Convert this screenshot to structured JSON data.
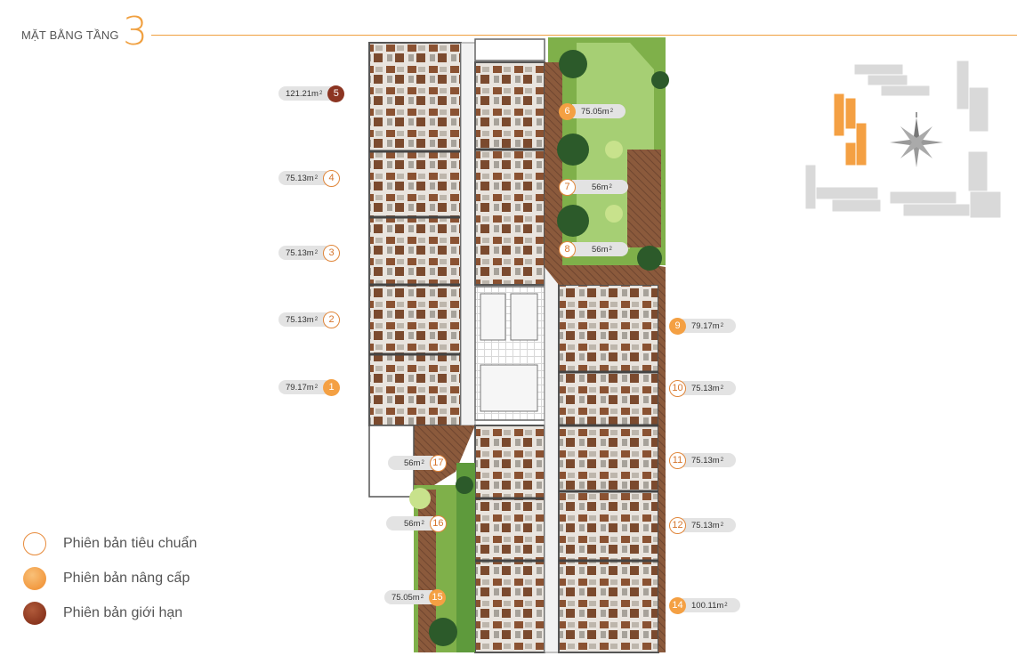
{
  "header": {
    "title": "MẶT BẰNG TẦNG",
    "floor_number": "3"
  },
  "units": [
    {
      "id": "5",
      "area": "121.21m",
      "tier": "limited"
    },
    {
      "id": "4",
      "area": "75.13m",
      "tier": "standard"
    },
    {
      "id": "3",
      "area": "75.13m",
      "tier": "standard"
    },
    {
      "id": "2",
      "area": "75.13m",
      "tier": "standard"
    },
    {
      "id": "1",
      "area": "79.17m",
      "tier": "upgraded"
    },
    {
      "id": "6",
      "area": "75.05m",
      "tier": "upgraded"
    },
    {
      "id": "7",
      "area": "56m",
      "tier": "standard"
    },
    {
      "id": "8",
      "area": "56m",
      "tier": "standard"
    },
    {
      "id": "9",
      "area": "79.17m",
      "tier": "upgraded"
    },
    {
      "id": "10",
      "area": "75.13m",
      "tier": "standard"
    },
    {
      "id": "11",
      "area": "75.13m",
      "tier": "standard"
    },
    {
      "id": "12",
      "area": "75.13m",
      "tier": "standard"
    },
    {
      "id": "14",
      "area": "100.11m",
      "tier": "upgraded"
    },
    {
      "id": "17",
      "area": "56m",
      "tier": "standard"
    },
    {
      "id": "16",
      "area": "56m",
      "tier": "standard"
    },
    {
      "id": "15",
      "area": "75.05m",
      "tier": "upgraded"
    }
  ],
  "area_unit_superscript": "2",
  "legend": [
    {
      "label": "Phiên bản tiêu chuẩn",
      "tier": "standard"
    },
    {
      "label": "Phiên bản nâng cấp",
      "tier": "upgraded"
    },
    {
      "label": "Phiên bản giới hạn",
      "tier": "limited"
    }
  ],
  "colors": {
    "accent": "#f0a040",
    "standard_stroke": "#e0863a",
    "upgraded_fill": "#f4a043",
    "limited_fill": "#8c3522",
    "floor_wood": "#8a5232",
    "garden_green": "#7fb04a",
    "deck_wood": "#8b5a3c",
    "key_plan_gray": "#d9d9d9",
    "key_plan_highlight": "#f4a043"
  }
}
